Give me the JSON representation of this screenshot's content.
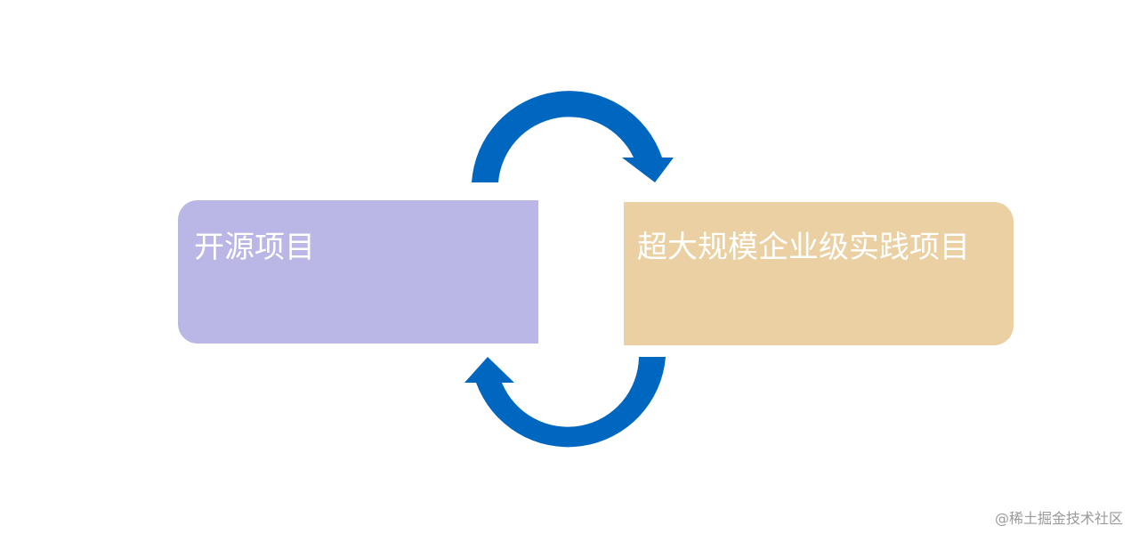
{
  "diagram": {
    "left_box": {
      "label": "开源项目",
      "color": "#bab6e6"
    },
    "right_box": {
      "label": "超大规模企业级实践项目",
      "color": "#ead0a2"
    },
    "arrow_color": "#0067c0",
    "arrows": [
      {
        "direction": "clockwise",
        "from": "left_box",
        "to": "right_box",
        "icon": "curved-arrow-right-icon"
      },
      {
        "direction": "clockwise",
        "from": "right_box",
        "to": "left_box",
        "icon": "curved-arrow-left-icon"
      }
    ]
  },
  "watermark": {
    "text": "@稀土掘金技术社区"
  }
}
